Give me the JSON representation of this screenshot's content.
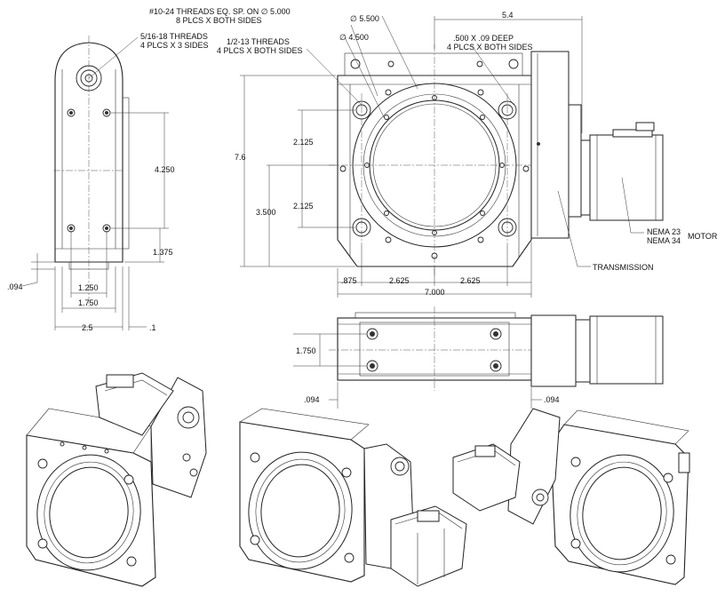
{
  "labels": {
    "side_thread": "5/16-18 THREADS",
    "side_thread_qty": "4 PLCS X 3 SIDES",
    "bolt_circle_thread": "#10-24 THREADS EQ. SP. ON ∅ 5.000",
    "bolt_circle_qty": "8 PLCS X BOTH SIDES",
    "big_thread": "1/2-13 THREADS",
    "big_thread_qty": "4 PLCS X BOTH SIDES",
    "dia_outer": "∅ 5.500",
    "dia_inner": "∅ 4.500",
    "counterbore": ".500 X .09 DEEP",
    "counterbore_qty": "4 PLCS X BOTH SIDES",
    "overall_motor": "5.4",
    "motor_nema23": "NEMA 23",
    "motor_nema34": "NEMA 34",
    "motor_word": "MOTOR",
    "transmission": "TRANSMISSION"
  },
  "dims": {
    "d_4250": "4.250",
    "d_1375": "1.375",
    "d_094_left": ".094",
    "d_1250": "1.250",
    "d_1750_bottom": "1.750",
    "d_25": "2.5",
    "d_1": ".1",
    "d_76": "7.6",
    "d_2125_top": "2.125",
    "d_2125_bot": "2.125",
    "d_3500": "3.500",
    "d_875": ".875",
    "d_2625_a": "2.625",
    "d_2625_b": "2.625",
    "d_7000": "7.000",
    "d_1750_top": "1.750",
    "d_094_bl": ".094",
    "d_094_br": ".094"
  }
}
